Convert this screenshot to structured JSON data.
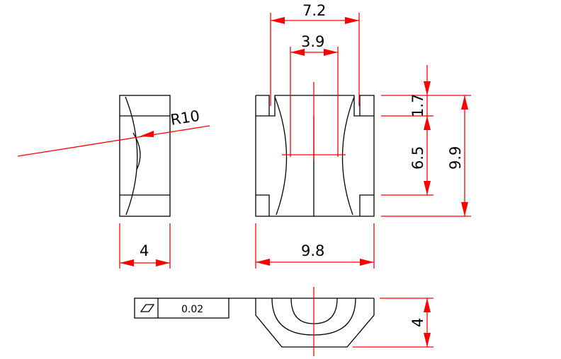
{
  "colors": {
    "background": "#ffffff",
    "object_lines": "#000000",
    "dimension_lines": "#ff0000",
    "text": "#000000"
  },
  "dimensions": {
    "top_width_outer": "7.2",
    "top_width_inner": "3.9",
    "radius": "R10",
    "side_thickness": "4",
    "total_width": "9.8",
    "top_step_height": "1.7",
    "inner_height": "6.5",
    "total_height": "9.9",
    "bottom_height": "4"
  },
  "tolerance_frame": {
    "symbol": "flatness-icon",
    "value": "0.02"
  }
}
